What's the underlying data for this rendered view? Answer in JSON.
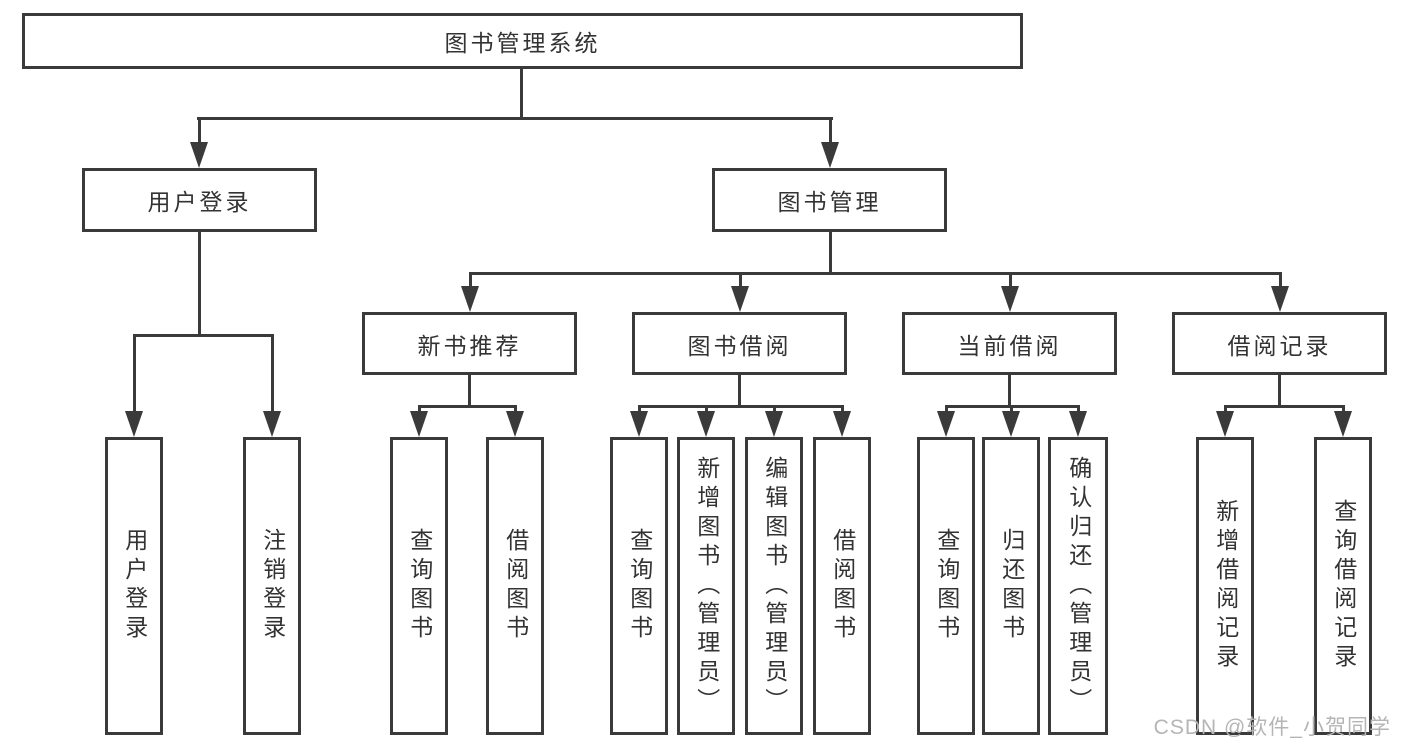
{
  "diagram": {
    "root": {
      "label": "图书管理系统"
    },
    "branches": [
      {
        "label": "用户登录",
        "children": [
          {
            "label": "用户登录"
          },
          {
            "label": "注销登录"
          }
        ]
      },
      {
        "label": "图书管理",
        "groups": [
          {
            "label": "新书推荐",
            "children": [
              {
                "label": "查询图书"
              },
              {
                "label": "借阅图书"
              }
            ]
          },
          {
            "label": "图书借阅",
            "children": [
              {
                "label": "查询图书"
              },
              {
                "label": "新增图书（管理员）"
              },
              {
                "label": "编辑图书（管理员）"
              },
              {
                "label": "借阅图书"
              }
            ]
          },
          {
            "label": "当前借阅",
            "children": [
              {
                "label": "查询图书"
              },
              {
                "label": "归还图书"
              },
              {
                "label": "确认归还（管理员）"
              }
            ]
          },
          {
            "label": "借阅记录",
            "children": [
              {
                "label": "新增借阅记录"
              },
              {
                "label": "查询借阅记录"
              }
            ]
          }
        ]
      }
    ]
  },
  "watermark": "CSDN @软件_小贺同学",
  "colors": {
    "line": "#3a3a3a",
    "text": "#333333",
    "watermark": "#b5b5b5",
    "background": "#ffffff"
  }
}
